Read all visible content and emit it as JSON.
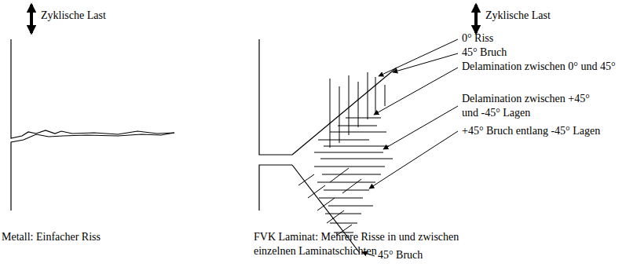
{
  "diagram": {
    "labels": [
      "Zyklische Last",
      "Zyklische Last",
      "0° Riss",
      "45° Bruch",
      "Delamination zwischen 0° und 45°",
      "Delamination zwischen +45° und -45° Lagen",
      "+45° Bruch entlang -45° Lagen",
      "45° Bruch",
      "Metall: Einfacher Riss",
      "FVK Laminat: Mehrere Risse in und zwischen einzelnen Laminatschichten"
    ]
  }
}
